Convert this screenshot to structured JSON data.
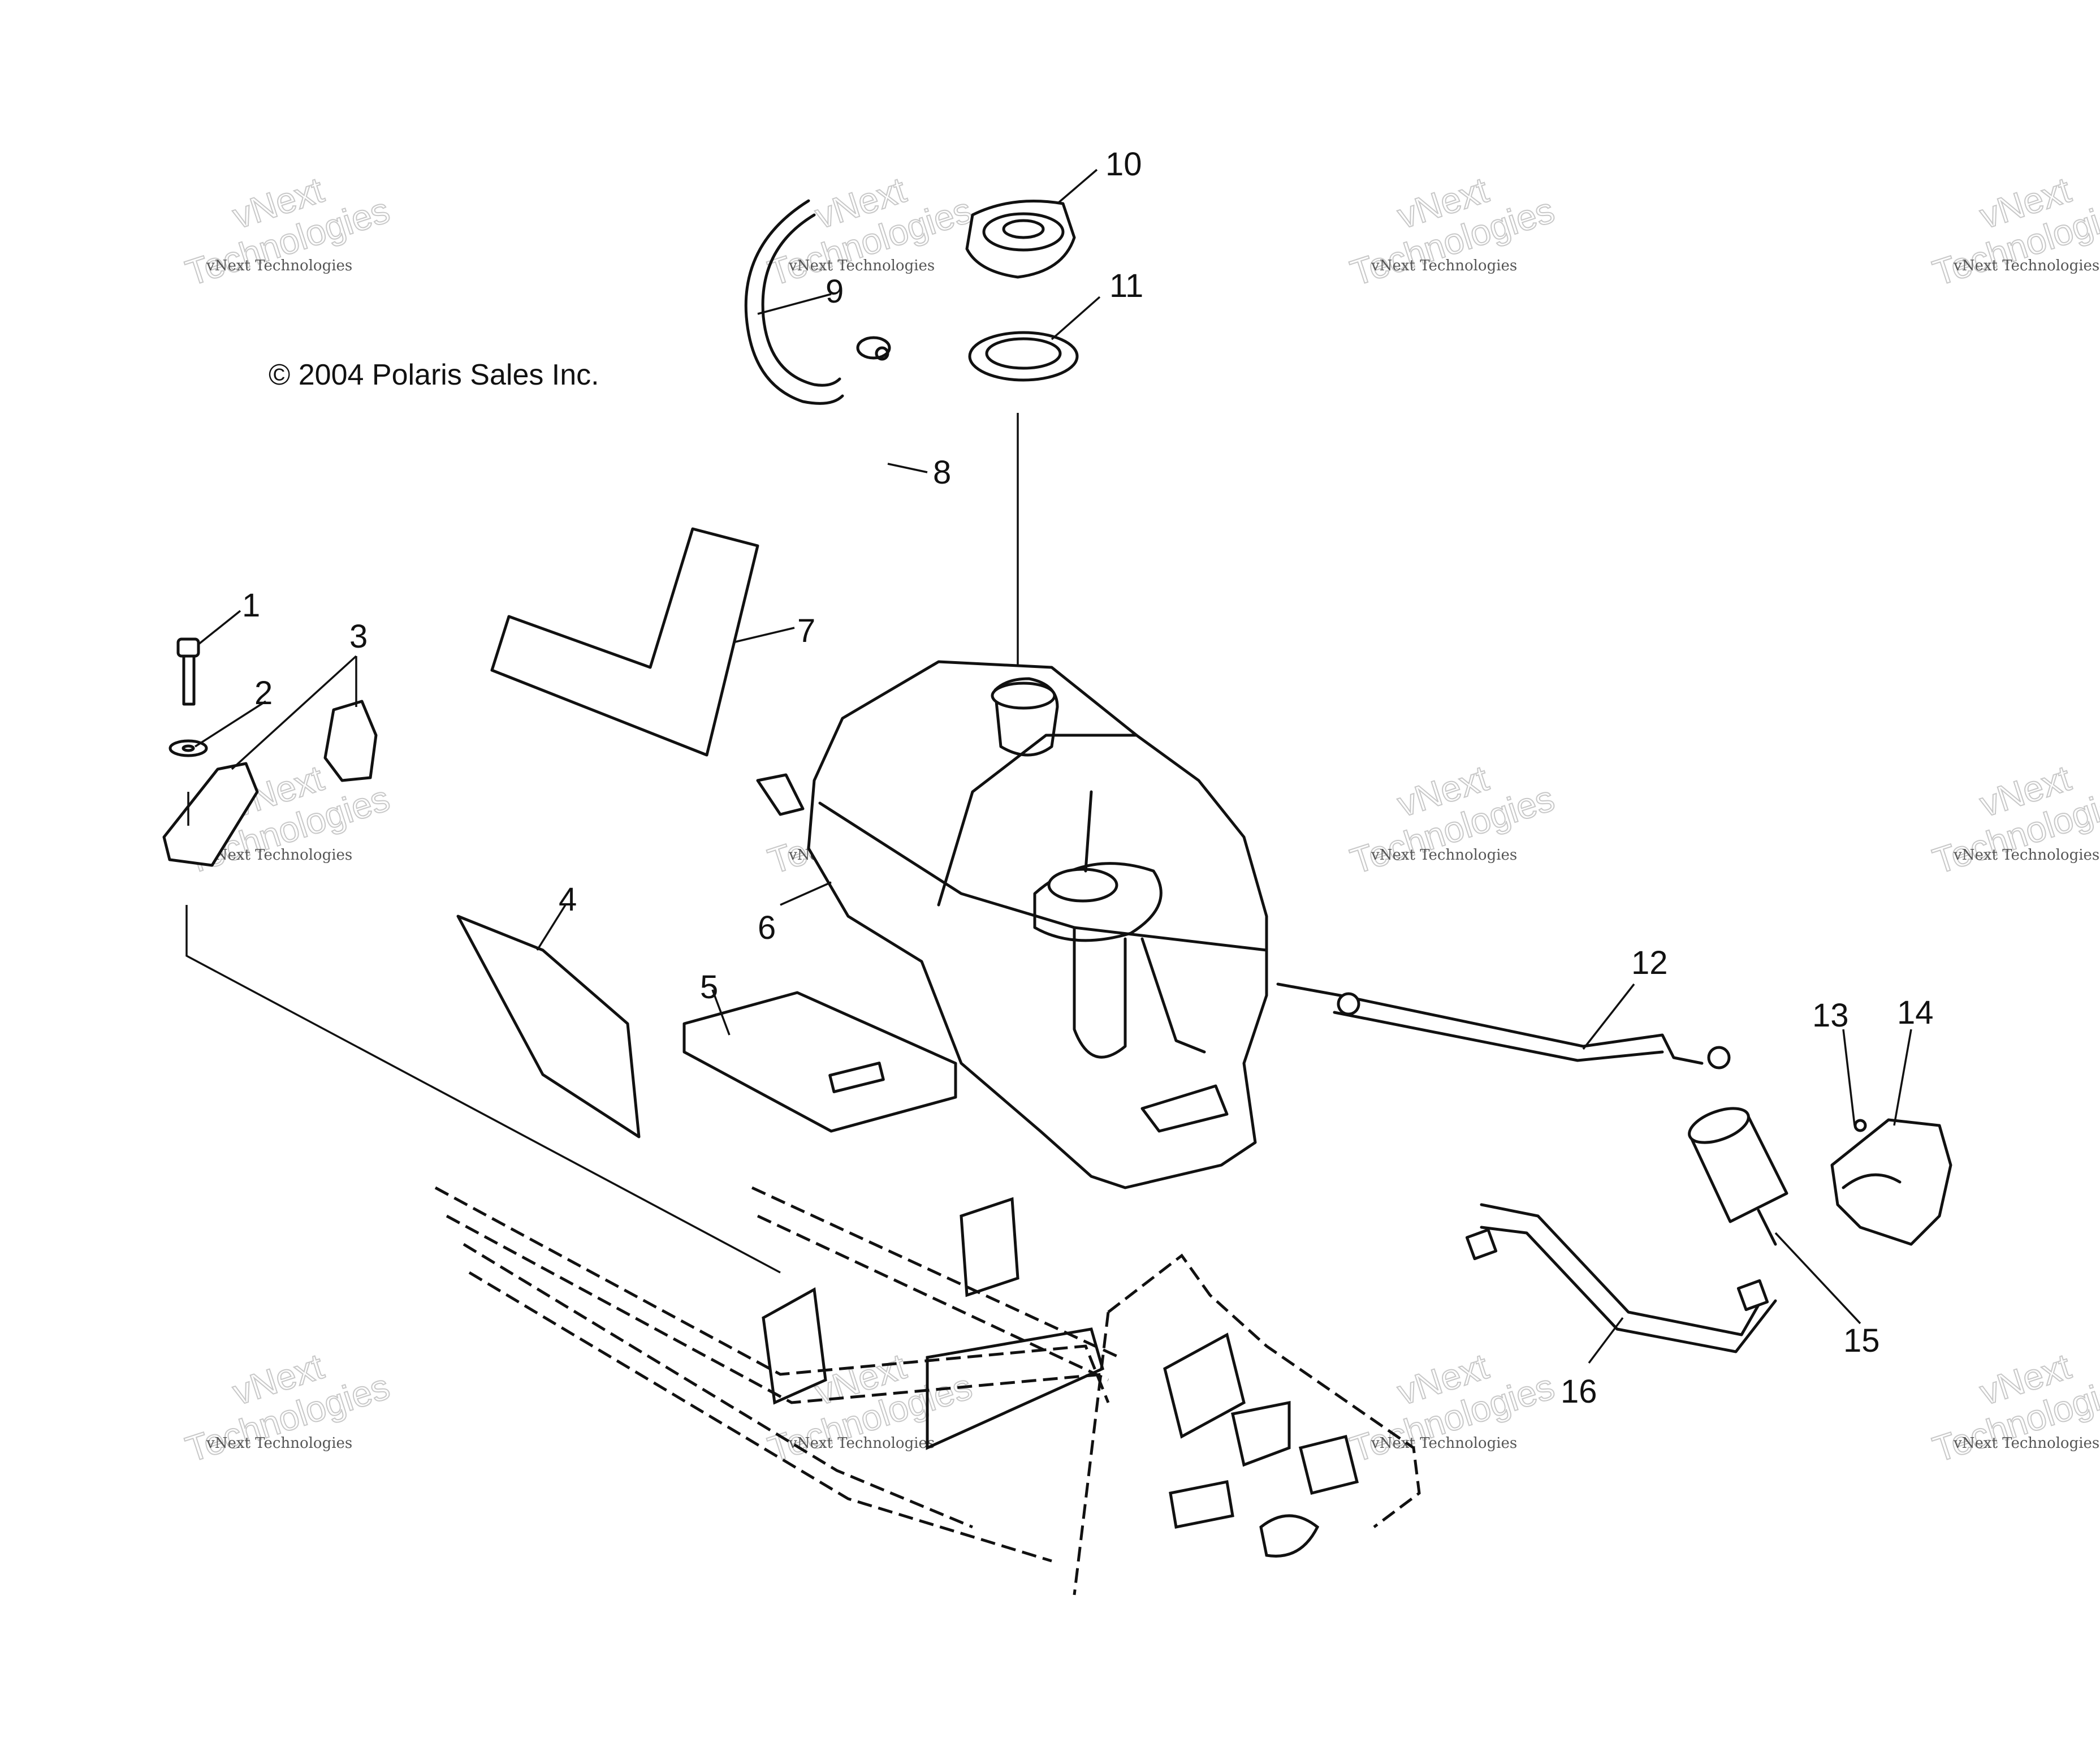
{
  "copyright": "© 2004 Polaris Sales Inc.",
  "watermark": {
    "small": "vNext Technologies",
    "big_line1": "vNext",
    "big_line2": "Technologies"
  },
  "callouts": [
    {
      "id": "1",
      "part": "bolt"
    },
    {
      "id": "2",
      "part": "washer"
    },
    {
      "id": "3",
      "part": "bracket"
    },
    {
      "id": "4",
      "part": "pad"
    },
    {
      "id": "5",
      "part": "pad"
    },
    {
      "id": "6",
      "part": "fuel-tank"
    },
    {
      "id": "7",
      "part": "strap"
    },
    {
      "id": "8",
      "part": "clamp"
    },
    {
      "id": "9",
      "part": "vent-hose"
    },
    {
      "id": "10",
      "part": "fuel-cap"
    },
    {
      "id": "11",
      "part": "gasket"
    },
    {
      "id": "12",
      "part": "fuel-line"
    },
    {
      "id": "13",
      "part": "screw"
    },
    {
      "id": "14",
      "part": "filter-bracket"
    },
    {
      "id": "15",
      "part": "fuel-filter"
    },
    {
      "id": "16",
      "part": "fuel-line"
    }
  ]
}
